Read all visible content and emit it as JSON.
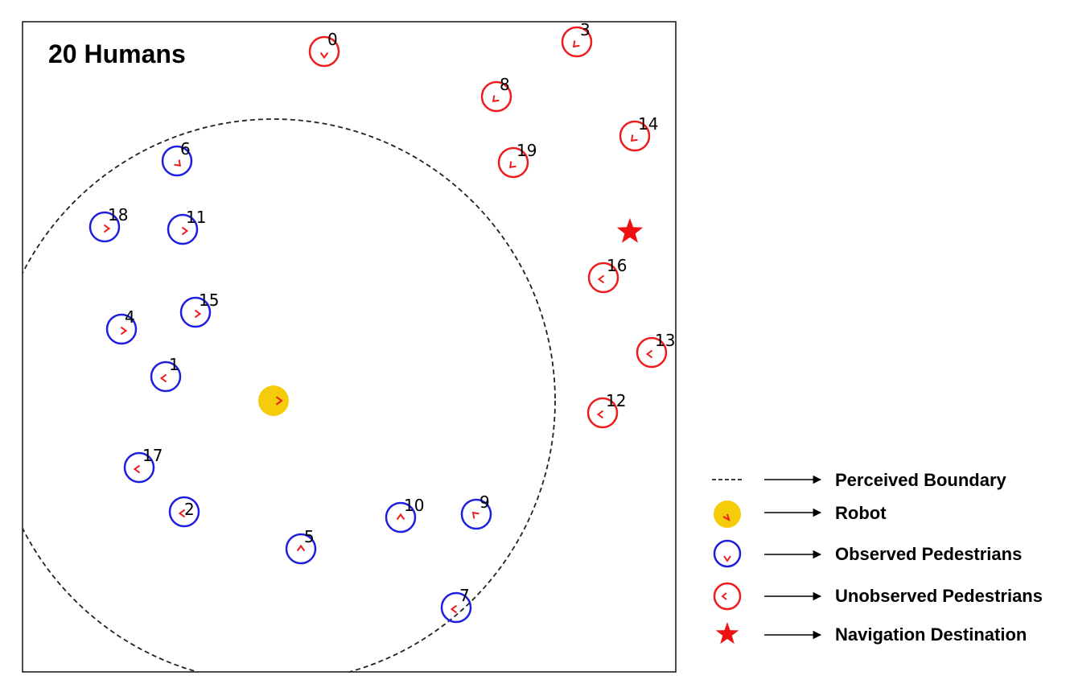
{
  "title": "20 Humans",
  "colors": {
    "observed": "#1f1fe0",
    "unobserved": "#ee1c1c",
    "robot": "#f5cc0a",
    "heading": "#ee1c1c",
    "boundary": "#222222",
    "destination": "#ee1111"
  },
  "icons": {
    "destination": "star-icon",
    "arrow": "right-arrow-icon"
  },
  "robot": {
    "heading": "right"
  },
  "pedestrians": [
    {
      "id": "0",
      "status": "unobserved",
      "heading": "down"
    },
    {
      "id": "1",
      "status": "observed",
      "heading": "left"
    },
    {
      "id": "2",
      "status": "observed",
      "heading": "left"
    },
    {
      "id": "3",
      "status": "unobserved",
      "heading": "down-left"
    },
    {
      "id": "4",
      "status": "observed",
      "heading": "right"
    },
    {
      "id": "5",
      "status": "observed",
      "heading": "up"
    },
    {
      "id": "6",
      "status": "observed",
      "heading": "down-right"
    },
    {
      "id": "7",
      "status": "observed",
      "heading": "left"
    },
    {
      "id": "8",
      "status": "unobserved",
      "heading": "down-left"
    },
    {
      "id": "9",
      "status": "observed",
      "heading": "up-left"
    },
    {
      "id": "10",
      "status": "observed",
      "heading": "up"
    },
    {
      "id": "11",
      "status": "observed",
      "heading": "right"
    },
    {
      "id": "12",
      "status": "unobserved",
      "heading": "left"
    },
    {
      "id": "13",
      "status": "unobserved",
      "heading": "left"
    },
    {
      "id": "14",
      "status": "unobserved",
      "heading": "down-left"
    },
    {
      "id": "15",
      "status": "observed",
      "heading": "right"
    },
    {
      "id": "16",
      "status": "unobserved",
      "heading": "left"
    },
    {
      "id": "17",
      "status": "observed",
      "heading": "left"
    },
    {
      "id": "18",
      "status": "observed",
      "heading": "right"
    },
    {
      "id": "19",
      "status": "unobserved",
      "heading": "down-left"
    }
  ],
  "legend": [
    {
      "key": "boundary",
      "label": "Perceived Boundary"
    },
    {
      "key": "robot",
      "label": "Robot"
    },
    {
      "key": "observed",
      "label": "Observed Pedestrians"
    },
    {
      "key": "unobserved",
      "label": "Unobserved Pedestrians"
    },
    {
      "key": "destination",
      "label": "Navigation Destination"
    }
  ]
}
